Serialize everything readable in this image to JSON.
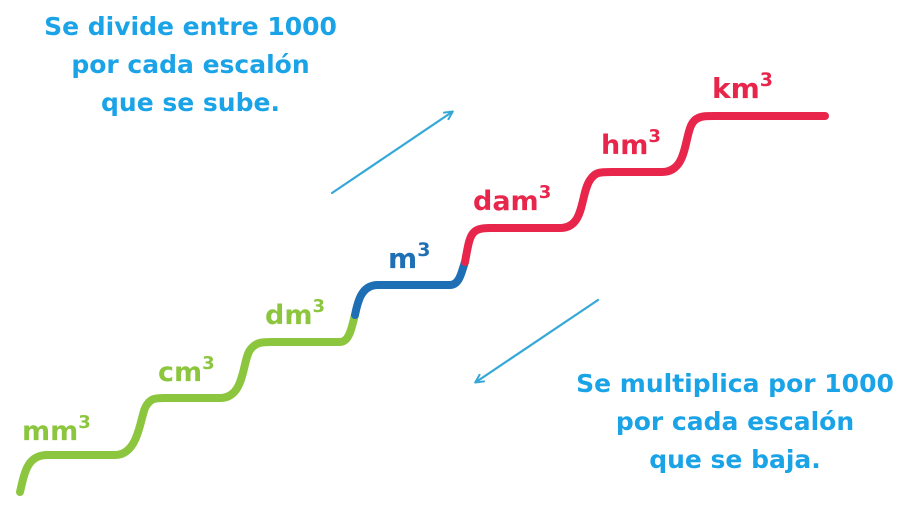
{
  "notes": {
    "up": {
      "line1": "Se divide entre 1000",
      "line2": "por cada escalón",
      "line3": "que se sube."
    },
    "down": {
      "line1": "Se multiplica por 1000",
      "line2": "por cada escalón",
      "line3": "que se baja."
    }
  },
  "units": [
    {
      "base": "mm",
      "exp": "3",
      "color": "#8cc63f"
    },
    {
      "base": "cm",
      "exp": "3",
      "color": "#8cc63f"
    },
    {
      "base": "dm",
      "exp": "3",
      "color": "#8cc63f"
    },
    {
      "base": "m",
      "exp": "3",
      "color": "#1f6fb5"
    },
    {
      "base": "dam",
      "exp": "3",
      "color": "#e8264b"
    },
    {
      "base": "hm",
      "exp": "3",
      "color": "#e8264b"
    },
    {
      "base": "km",
      "exp": "3",
      "color": "#e8264b"
    }
  ],
  "colors": {
    "note_text": "#1aa3e6",
    "arrow": "#35a8d8",
    "submultiples": "#8cc63f",
    "base_unit": "#1f6fb5",
    "multiples": "#e8264b"
  }
}
